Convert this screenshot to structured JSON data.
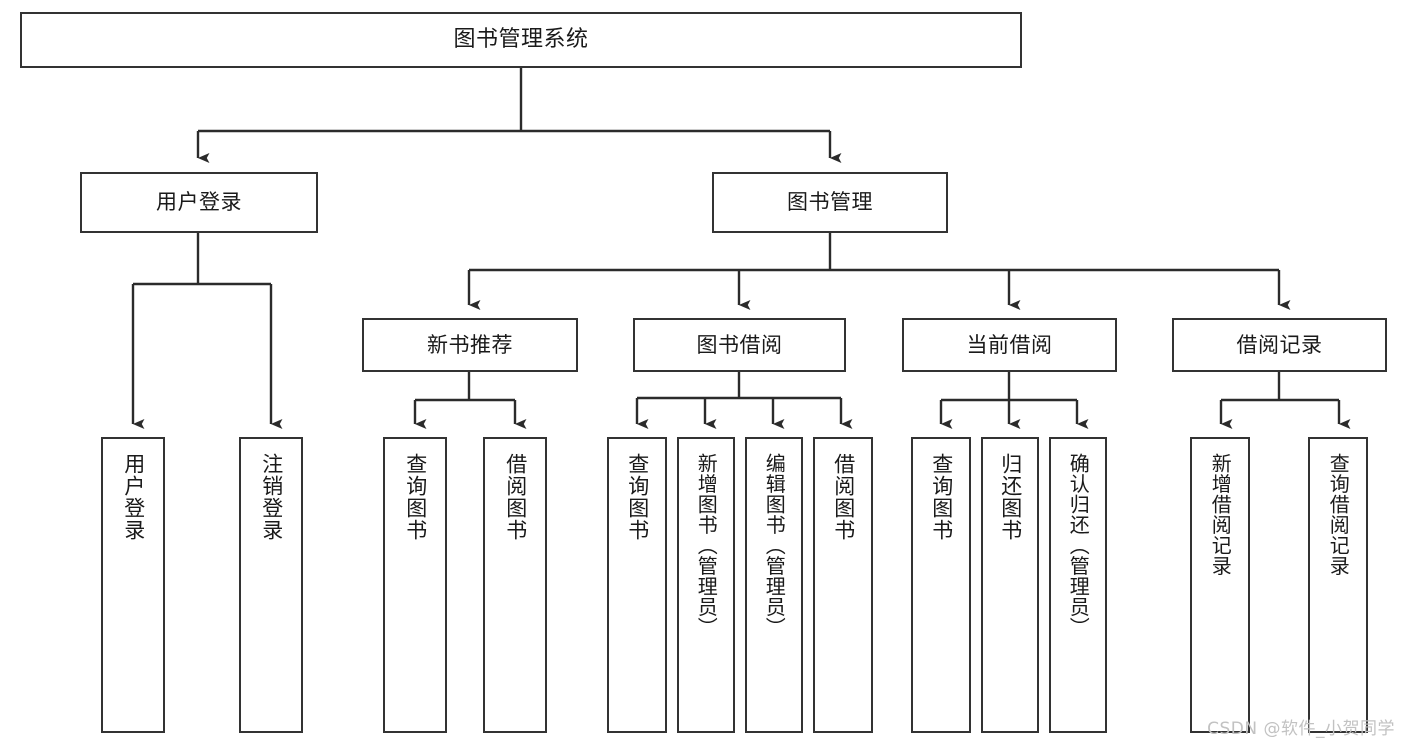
{
  "diagram": {
    "title": "图书管理系统",
    "type": "tree-hierarchy-diagram",
    "colors": {
      "box_border": "#333333",
      "box_fill": "#ffffff",
      "edge": "#2b2b2b",
      "text": "#1a1a1a",
      "watermark": "#c2c2c2",
      "background": "#ffffff"
    },
    "levels": {
      "root": "图书管理系统",
      "level1": [
        "用户登录",
        "图书管理"
      ],
      "level2": [
        "新书推荐",
        "图书借阅",
        "当前借阅",
        "借阅记录"
      ]
    },
    "nodes": {
      "root": "图书管理系统",
      "user_login": "用户登录",
      "book_manage": "图书管理",
      "new_book_rec": "新书推荐",
      "book_borrow": "图书借阅",
      "current_borrow": "当前借阅",
      "borrow_record": "借阅记录",
      "leaf_user_login": "用户登录",
      "leaf_user_logout": "注销登录",
      "leaf_query_book_a": "查询图书",
      "leaf_borrow_book_a": "借阅图书",
      "leaf_query_book_b": "查询图书",
      "leaf_add_book": "新增图书（管理员）",
      "leaf_edit_book": "编辑图书（管理员）",
      "leaf_borrow_book_b": "借阅图书",
      "leaf_query_book_c": "查询图书",
      "leaf_return_book": "归还图书",
      "leaf_confirm_return": "确认归还（管理员）",
      "leaf_add_record": "新增借阅记录",
      "leaf_query_record": "查询借阅记录"
    },
    "watermark": "CSDN @软件_小贺同学"
  }
}
